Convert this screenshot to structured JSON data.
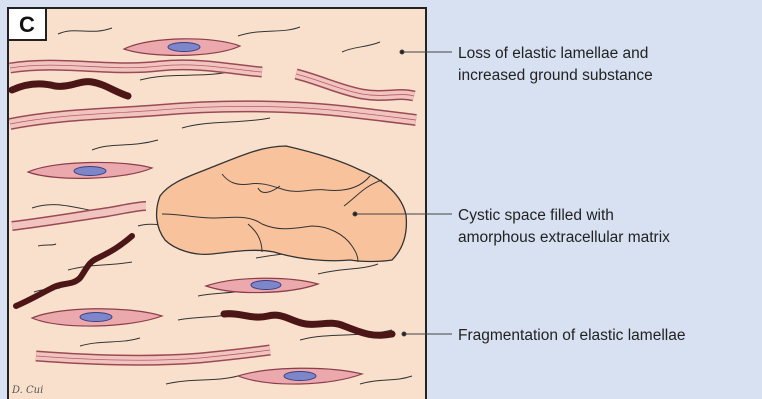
{
  "panel": {
    "letter": "C"
  },
  "callouts": [
    {
      "id": "loss-elastic",
      "lines": [
        "Loss of elastic lamellae and",
        "increased ground substance"
      ]
    },
    {
      "id": "cystic-space",
      "lines": [
        "Cystic space filled with",
        "amorphous extracellular matrix"
      ]
    },
    {
      "id": "fragmentation",
      "lines": [
        "Fragmentation of elastic lamellae"
      ]
    }
  ],
  "signature": "D. Cui",
  "colors": {
    "background": "#d7e1f2",
    "tissue": "#f8e0cc",
    "lamella_fill": "#f2c4c0",
    "lamella_stroke": "#9a4a54",
    "cell_fill": "#eba9ae",
    "nucleus_fill": "#7d86c8",
    "fragment_dark": "#4d1616",
    "cyst_fill": "#f8c29c",
    "callout_line": "#444444"
  }
}
